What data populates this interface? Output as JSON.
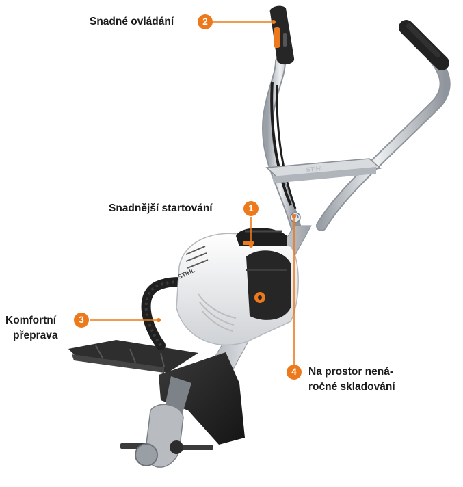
{
  "colors": {
    "accent": "#EC7A1C",
    "text": "#1B1B1B",
    "frame_light": "#DCDFE3",
    "frame_mid": "#A6ABB2",
    "body_white": "#F2F2F2",
    "plastic_black": "#232323"
  },
  "callouts": [
    {
      "number": "1",
      "lines": [
        "Snadnější startování"
      ]
    },
    {
      "number": "2",
      "lines": [
        "Snadné ovládání"
      ]
    },
    {
      "number": "3",
      "lines": [
        "Komfortní",
        "přeprava"
      ]
    },
    {
      "number": "4",
      "lines": [
        "Na prostor nená-",
        "ročné skladování"
      ]
    }
  ],
  "product": {
    "brand_mark": "STIHL",
    "icons": [
      "rotating-handle-icon",
      "crossbar-brand-icon"
    ]
  }
}
